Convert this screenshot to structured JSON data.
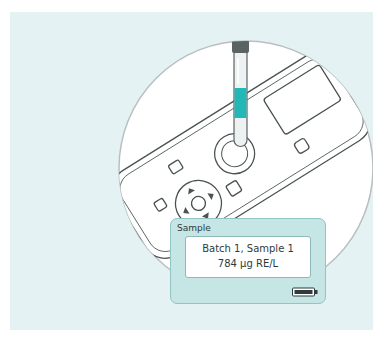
{
  "diagram": {
    "nodes": [
      {
        "text": [
          "Sample"
        ]
      },
      {
        "text": [
          "Batch 1, Sample 1",
          "784 µg RE/L"
        ],
        "in": 0
      }
    ]
  }
}
